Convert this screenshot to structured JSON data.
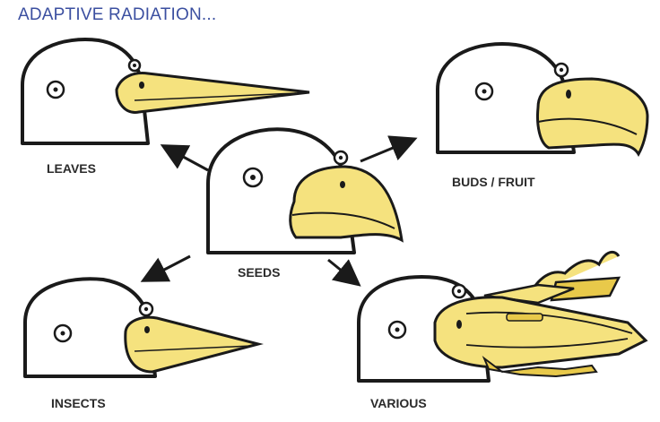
{
  "title": "ADAPTIVE RADIATION...",
  "birds": [
    {
      "label": "LEAVES",
      "beak": "long thin pointed"
    },
    {
      "label": "BUDS / FRUIT",
      "beak": "hooked"
    },
    {
      "label": "SEEDS",
      "beak": "short thick"
    },
    {
      "label": "INSECTS",
      "beak": "pointed wedge"
    },
    {
      "label": "VARIOUS",
      "beak": "multi-tool"
    }
  ],
  "colors": {
    "beak": "#f5e27e",
    "beak_shade": "#e8c94a",
    "outline": "#1a1a1a",
    "title": "#3b4fa0"
  }
}
